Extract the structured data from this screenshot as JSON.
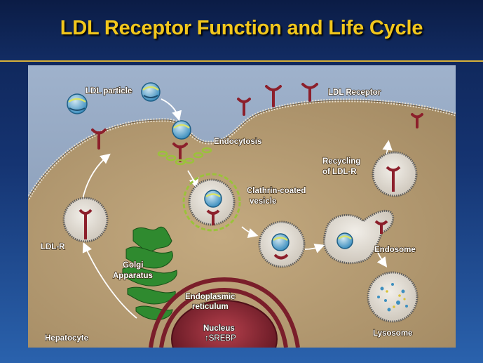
{
  "slide": {
    "title": "LDL Receptor Function and Life Cycle"
  },
  "labels": {
    "ldl_particle": "LDL particle",
    "ldl_receptor": "LDL Receptor",
    "endocytosis": "Endocytosis",
    "recycling_line1": "Recycling",
    "recycling_line2": "of LDL-R",
    "clathrin_line1": "Clathrin-coated",
    "clathrin_line2": "vesicle",
    "ldl_r": "LDL-R",
    "golgi_line1": "Golgi",
    "golgi_line2": "Apparatus",
    "er_line1": "Endoplasmic",
    "er_line2": "reticulum",
    "endosome": "Endosome",
    "nucleus": "Nucleus",
    "srebp": "↑SREBP",
    "lysosome": "Lysosome",
    "hepatocyte": "Hepatocyte"
  },
  "colors": {
    "title": "#f2c71c",
    "cytoplasm": "#b59b73",
    "extracellular": "#8fa3bf",
    "receptor": "#8c1f2b",
    "golgi": "#2f8a2f",
    "nucleus": "#7a1e2a",
    "clathrin": "#9bc23a",
    "ldl_blue": "#3d8fbf"
  }
}
